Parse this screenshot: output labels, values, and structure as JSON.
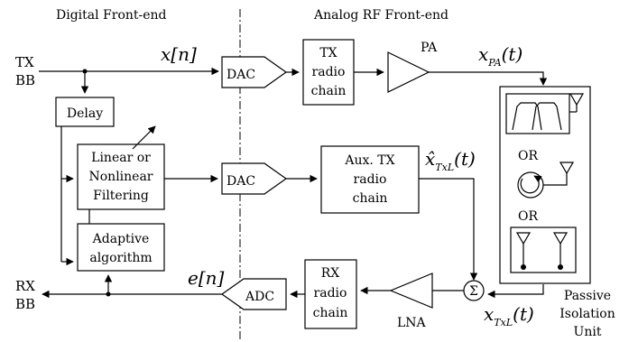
{
  "regions": {
    "digital": "Digital Front-end",
    "analog": "Analog RF Front-end"
  },
  "io": {
    "tx_bb": [
      "TX",
      "BB"
    ],
    "rx_bb": [
      "RX",
      "BB"
    ]
  },
  "signals": {
    "xn": "x[n]",
    "xpa_base": "x",
    "xpa_sub": "PA",
    "xpa_arg": "(t)",
    "xhat_base": "x̂",
    "xhat_sub": "TxL",
    "xhat_arg": "(t)",
    "xtxl_base": "x",
    "xtxl_sub": "TxL",
    "xtxl_arg": "(t)",
    "en": "e[n]"
  },
  "blocks": {
    "delay": "Delay",
    "filtering": [
      "Linear or",
      "Nonlinear",
      "Filtering"
    ],
    "adaptive": [
      "Adaptive",
      "algorithm"
    ],
    "dac_top": "DAC",
    "dac_mid": "DAC",
    "adc": "ADC",
    "tx_chain": [
      "TX",
      "radio",
      "chain"
    ],
    "aux_chain": [
      "Aux. TX",
      "radio",
      "chain"
    ],
    "rx_chain": [
      "RX",
      "radio",
      "chain"
    ],
    "pa": "PA",
    "lna": "LNA",
    "sum": "Σ"
  },
  "isolation": {
    "or1": "OR",
    "or2": "OR",
    "label": [
      "Passive",
      "Isolation",
      "Unit"
    ]
  }
}
